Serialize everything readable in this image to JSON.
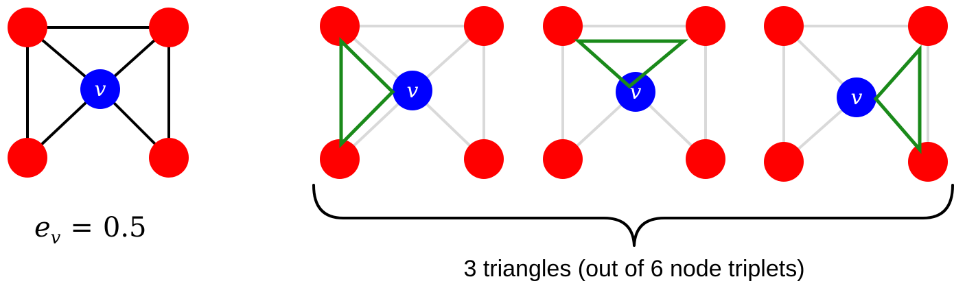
{
  "colors": {
    "outer_node": "#ff0000",
    "center_node": "#0000ff",
    "edge": "#000000",
    "faded_edge": "#d9d9d9",
    "triangle": "#1a8a1a"
  },
  "center_label": "v",
  "formula": {
    "base": "e",
    "subscript": "v",
    "equals": "=",
    "value": "0.5"
  },
  "caption": "3 triangles (out of 6 node triplets)"
}
